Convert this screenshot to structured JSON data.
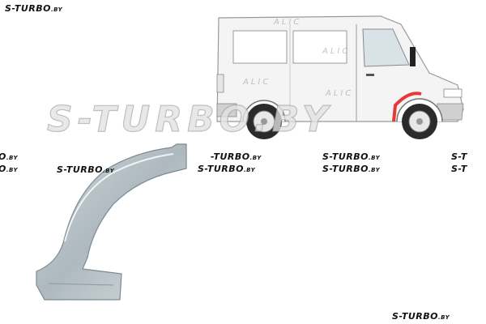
{
  "watermark": {
    "brand": "S-TURBO",
    "suffix": ".BY",
    "big": "S-TURBO.BY",
    "partial_left": "-TURBO",
    "partial_edge_left": "O",
    "partial_right": "S-T"
  },
  "van_watermark": "ALIC",
  "colors": {
    "panel": "#b8c4ca",
    "highlight": "#e53935",
    "van": "#f4f4f4"
  }
}
